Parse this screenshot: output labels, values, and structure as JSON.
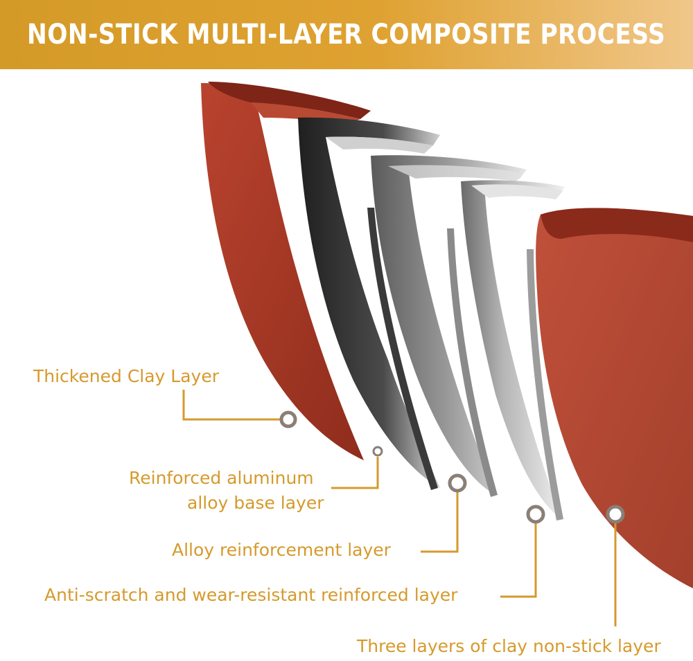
{
  "banner": {
    "title": "NON-STICK MULTI-LAYER COMPOSITE PROCESS",
    "background_color": "#dfa232",
    "text_color": "#ffffff"
  },
  "labels": {
    "clay_layer": "Thickened Clay Layer",
    "aluminum_line1": "Reinforced aluminum",
    "aluminum_line2": "alloy base layer",
    "alloy_reinforcement": "Alloy reinforcement layer",
    "anti_scratch": "Anti-scratch and wear-resistant reinforced layer",
    "nonstick": "Three layers of clay non-stick layer"
  },
  "colors": {
    "label_text": "#d59a2c",
    "leader_line": "#d59a2c",
    "clay_red": "#a83a28",
    "metal_dark": "#2e2e2e",
    "metal_light": "#c9c9c9",
    "marker_ring": "#8a7f76"
  }
}
